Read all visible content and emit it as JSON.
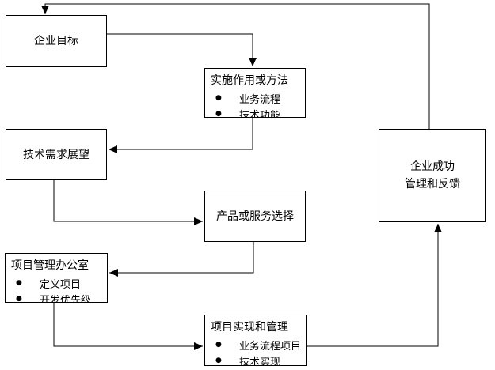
{
  "diagram": {
    "background_color": "#ffffff",
    "line_color": "#000000",
    "bullet_glyph": "●",
    "nodes": {
      "enterprise_goals": {
        "title": "企业目标"
      },
      "implementation_methods": {
        "title": "实施作用或方法",
        "bullets": [
          "业务流程",
          "技术功能"
        ]
      },
      "tech_requirements_outlook": {
        "title": "技术需求展望"
      },
      "product_service_selection": {
        "title": "产品或服务选择"
      },
      "pmo": {
        "title": "项目管理办公室",
        "bullets": [
          "定义项目",
          "开发优先级"
        ]
      },
      "project_implementation": {
        "title": "项目实现和管理",
        "bullets": [
          "业务流程项目",
          "技术实现"
        ]
      },
      "enterprise_success": {
        "title_lines": [
          "企业成功",
          "管理和反馈"
        ]
      }
    },
    "edges": [
      {
        "from": "enterprise_success",
        "to": "enterprise_goals"
      },
      {
        "from": "enterprise_goals",
        "to": "implementation_methods"
      },
      {
        "from": "implementation_methods",
        "to": "tech_requirements_outlook"
      },
      {
        "from": "tech_requirements_outlook",
        "to": "product_service_selection"
      },
      {
        "from": "product_service_selection",
        "to": "pmo"
      },
      {
        "from": "pmo",
        "to": "project_implementation"
      },
      {
        "from": "project_implementation",
        "to": "enterprise_success"
      }
    ]
  }
}
